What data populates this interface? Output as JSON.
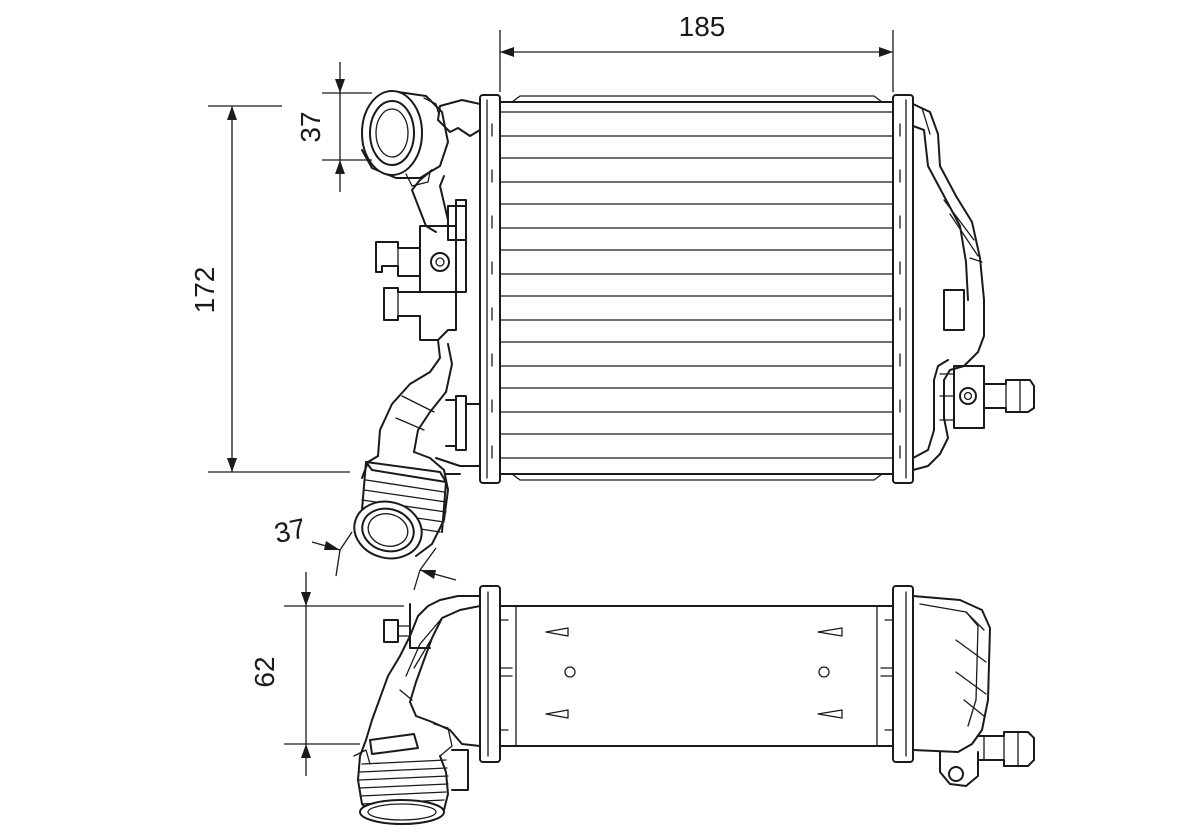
{
  "dimensions": {
    "width_top": "185",
    "height_total": "172",
    "inlet_diameter": "37",
    "outlet_diameter": "37",
    "depth": "62"
  },
  "colors": {
    "line": "#1a1a1a",
    "background": "#ffffff"
  }
}
